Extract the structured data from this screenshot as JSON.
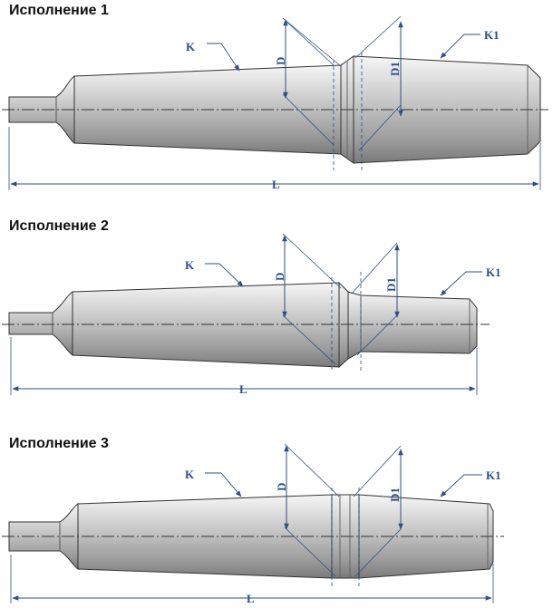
{
  "variants": [
    {
      "title": "Исполнение 1",
      "label_k": "K",
      "label_k1": "K1",
      "label_d": "D",
      "label_d1": "D1",
      "label_l": "L"
    },
    {
      "title": "Исполнение 2",
      "label_k": "K",
      "label_k1": "K1",
      "label_d": "D",
      "label_d1": "D1",
      "label_l": "L"
    },
    {
      "title": "Исполнение 3",
      "label_k": "K",
      "label_k1": "K1",
      "label_d": "D",
      "label_d1": "D1",
      "label_l": "L"
    }
  ],
  "colors": {
    "dimension": "#2c4f86",
    "outline": "#333333",
    "body_light": "#eeeeee",
    "body_dark": "#7e7e7e"
  }
}
